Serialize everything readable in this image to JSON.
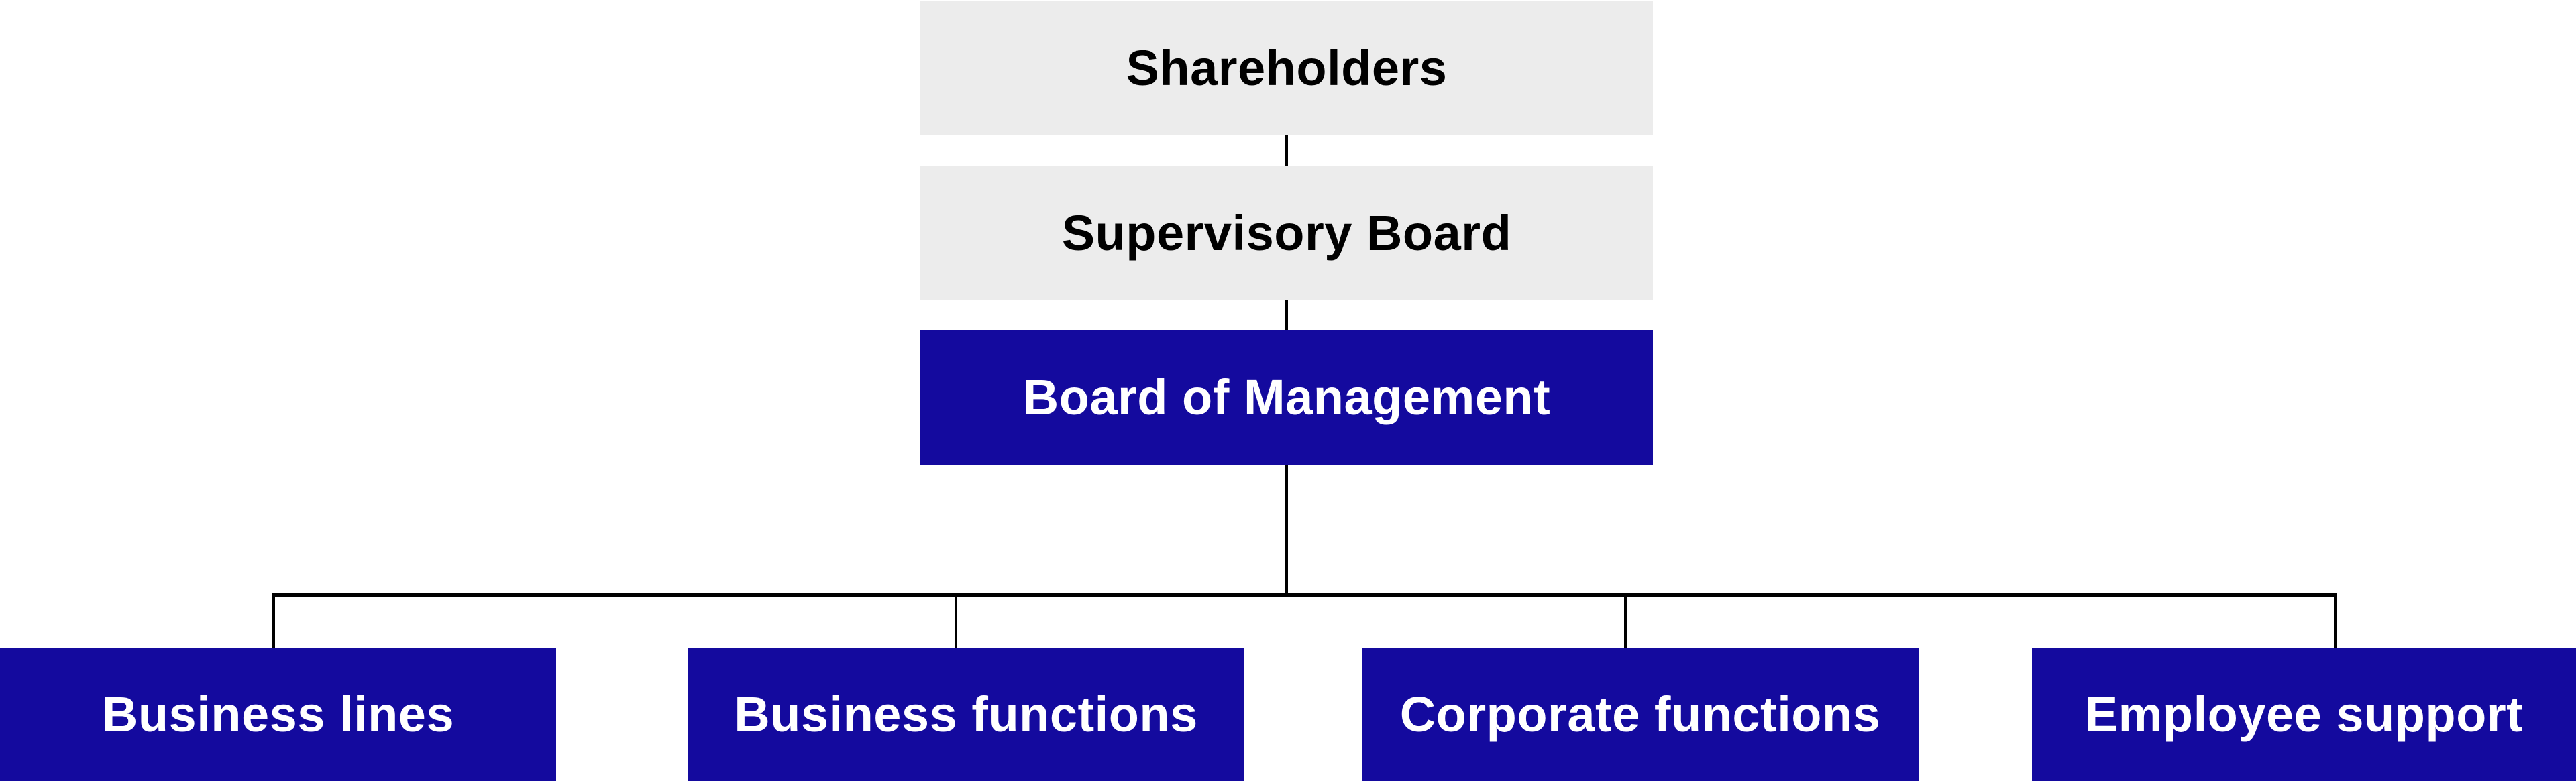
{
  "diagram": {
    "type": "org-chart",
    "colors": {
      "box_gray": "#ececec",
      "box_blue": "#140a9e",
      "line": "#000000",
      "text_dark": "#000000",
      "text_light": "#ffffff",
      "background": "#ffffff"
    },
    "nodes": [
      {
        "id": "shareholders",
        "label": "Shareholders",
        "variant": "gray",
        "level": 1
      },
      {
        "id": "supervisory-board",
        "label": "Supervisory Board",
        "variant": "gray",
        "level": 2
      },
      {
        "id": "board-of-management",
        "label": "Board of Management",
        "variant": "blue",
        "level": 3
      },
      {
        "id": "business-lines",
        "label": "Business lines",
        "variant": "blue",
        "level": 4
      },
      {
        "id": "business-functions",
        "label": "Business functions",
        "variant": "blue",
        "level": 4
      },
      {
        "id": "corporate-functions",
        "label": "Corporate functions",
        "variant": "blue",
        "level": 4
      },
      {
        "id": "employee-support",
        "label": "Employee support",
        "variant": "blue",
        "level": 4
      }
    ],
    "edges": [
      {
        "from": "shareholders",
        "to": "supervisory-board"
      },
      {
        "from": "supervisory-board",
        "to": "board-of-management"
      },
      {
        "from": "board-of-management",
        "to": "business-lines"
      },
      {
        "from": "board-of-management",
        "to": "business-functions"
      },
      {
        "from": "board-of-management",
        "to": "corporate-functions"
      },
      {
        "from": "board-of-management",
        "to": "employee-support"
      }
    ]
  }
}
